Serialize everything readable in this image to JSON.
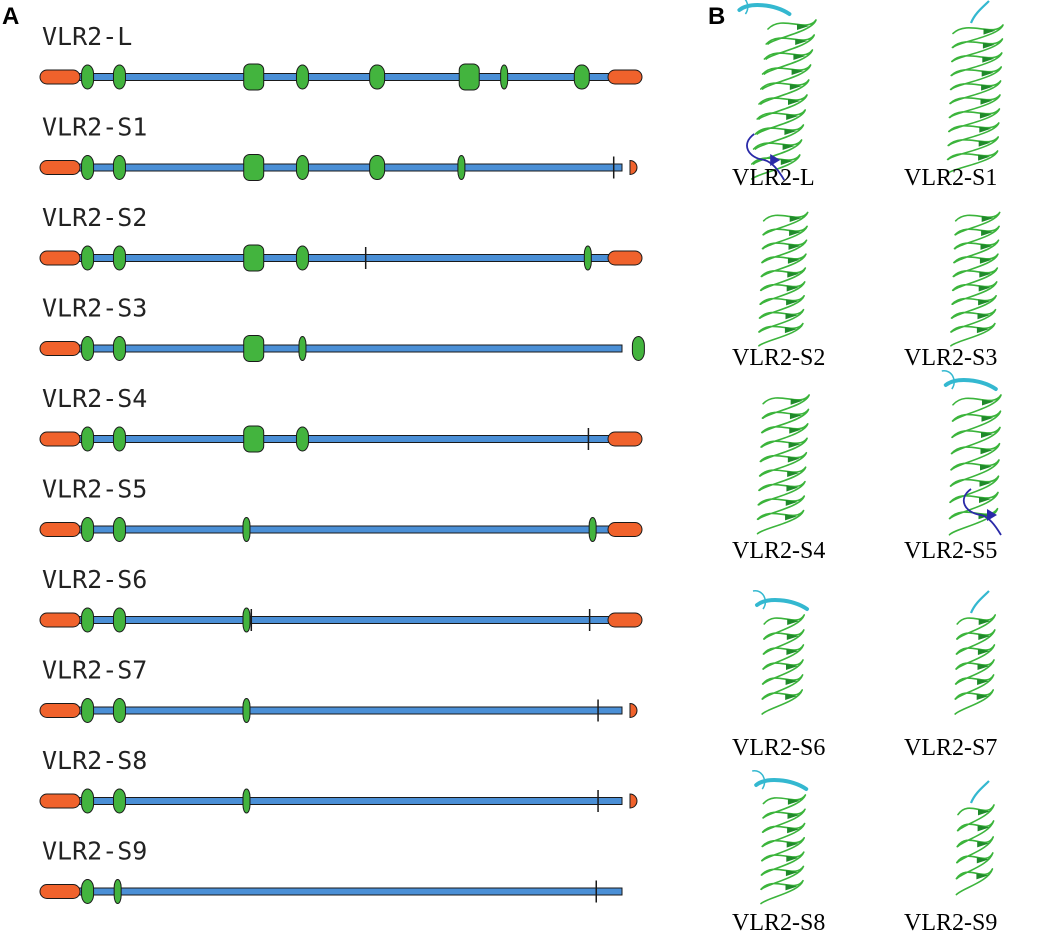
{
  "figure": {
    "panel_a_letter": "A",
    "panel_b_letter": "B"
  },
  "colors": {
    "backbone": "#4a8fd6",
    "exon": "#43b43e",
    "cap": "#f0622c",
    "outline": "#1a1a1a",
    "ribbon_green": "#3bb43b",
    "ribbon_dark_green": "#1f8a2a",
    "ribbon_cyan": "#34b8d0",
    "ribbon_blue": "#2a2aa8"
  },
  "tracks": [
    {
      "label": "VLR2-L",
      "end_cap": "full",
      "features": [
        {
          "pos": 0.079,
          "kind": "oval"
        },
        {
          "pos": 0.132,
          "kind": "oval"
        },
        {
          "pos": 0.355,
          "kind": "box"
        },
        {
          "pos": 0.436,
          "kind": "oval"
        },
        {
          "pos": 0.56,
          "kind": "oval-wide"
        },
        {
          "pos": 0.713,
          "kind": "box"
        },
        {
          "pos": 0.771,
          "kind": "thin"
        },
        {
          "pos": 0.9,
          "kind": "oval-wide"
        }
      ]
    },
    {
      "label": "VLR2-S1",
      "end_cap": "small",
      "features": [
        {
          "pos": 0.079,
          "kind": "oval"
        },
        {
          "pos": 0.132,
          "kind": "oval"
        },
        {
          "pos": 0.355,
          "kind": "box"
        },
        {
          "pos": 0.436,
          "kind": "oval"
        },
        {
          "pos": 0.56,
          "kind": "oval-wide"
        },
        {
          "pos": 0.7,
          "kind": "thin"
        },
        {
          "pos": 0.953,
          "kind": "line"
        }
      ]
    },
    {
      "label": "VLR2-S2",
      "end_cap": "full",
      "features": [
        {
          "pos": 0.079,
          "kind": "oval"
        },
        {
          "pos": 0.132,
          "kind": "oval"
        },
        {
          "pos": 0.355,
          "kind": "box"
        },
        {
          "pos": 0.436,
          "kind": "oval"
        },
        {
          "pos": 0.541,
          "kind": "line"
        },
        {
          "pos": 0.91,
          "kind": "thin"
        }
      ]
    },
    {
      "label": "VLR2-S3",
      "end_cap": "none",
      "features": [
        {
          "pos": 0.079,
          "kind": "oval"
        },
        {
          "pos": 0.132,
          "kind": "oval"
        },
        {
          "pos": 0.355,
          "kind": "box"
        },
        {
          "pos": 0.436,
          "kind": "thin"
        },
        {
          "pos": 0.994,
          "kind": "oval"
        }
      ]
    },
    {
      "label": "VLR2-S4",
      "end_cap": "full",
      "features": [
        {
          "pos": 0.079,
          "kind": "oval"
        },
        {
          "pos": 0.132,
          "kind": "oval"
        },
        {
          "pos": 0.355,
          "kind": "box"
        },
        {
          "pos": 0.436,
          "kind": "oval"
        },
        {
          "pos": 0.911,
          "kind": "line"
        }
      ]
    },
    {
      "label": "VLR2-S5",
      "end_cap": "full",
      "features": [
        {
          "pos": 0.079,
          "kind": "oval"
        },
        {
          "pos": 0.132,
          "kind": "oval"
        },
        {
          "pos": 0.343,
          "kind": "thin"
        },
        {
          "pos": 0.918,
          "kind": "thin"
        }
      ]
    },
    {
      "label": "VLR2-S6",
      "end_cap": "full",
      "features": [
        {
          "pos": 0.079,
          "kind": "oval"
        },
        {
          "pos": 0.132,
          "kind": "oval"
        },
        {
          "pos": 0.343,
          "kind": "thin"
        },
        {
          "pos": 0.351,
          "kind": "line"
        },
        {
          "pos": 0.913,
          "kind": "line"
        }
      ]
    },
    {
      "label": "VLR2-S7",
      "end_cap": "small",
      "features": [
        {
          "pos": 0.079,
          "kind": "oval"
        },
        {
          "pos": 0.132,
          "kind": "oval"
        },
        {
          "pos": 0.343,
          "kind": "thin"
        },
        {
          "pos": 0.927,
          "kind": "line"
        }
      ]
    },
    {
      "label": "VLR2-S8",
      "end_cap": "small",
      "features": [
        {
          "pos": 0.079,
          "kind": "oval"
        },
        {
          "pos": 0.132,
          "kind": "oval"
        },
        {
          "pos": 0.343,
          "kind": "thin"
        },
        {
          "pos": 0.927,
          "kind": "line"
        }
      ]
    },
    {
      "label": "VLR2-S9",
      "end_cap": "none",
      "features": [
        {
          "pos": 0.079,
          "kind": "oval"
        },
        {
          "pos": 0.129,
          "kind": "thin"
        },
        {
          "pos": 0.924,
          "kind": "line"
        }
      ]
    }
  ],
  "structures": [
    {
      "label": "VLR2-L",
      "variant": "L"
    },
    {
      "label": "VLR2-S1",
      "variant": "S1"
    },
    {
      "label": "VLR2-S2",
      "variant": "S2"
    },
    {
      "label": "VLR2-S3",
      "variant": "S3"
    },
    {
      "label": "VLR2-S4",
      "variant": "S4"
    },
    {
      "label": "VLR2-S5",
      "variant": "S5"
    },
    {
      "label": "VLR2-S6",
      "variant": "S6"
    },
    {
      "label": "VLR2-S7",
      "variant": "S7"
    },
    {
      "label": "VLR2-S8",
      "variant": "S8"
    },
    {
      "label": "VLR2-S9",
      "variant": "S9"
    }
  ]
}
